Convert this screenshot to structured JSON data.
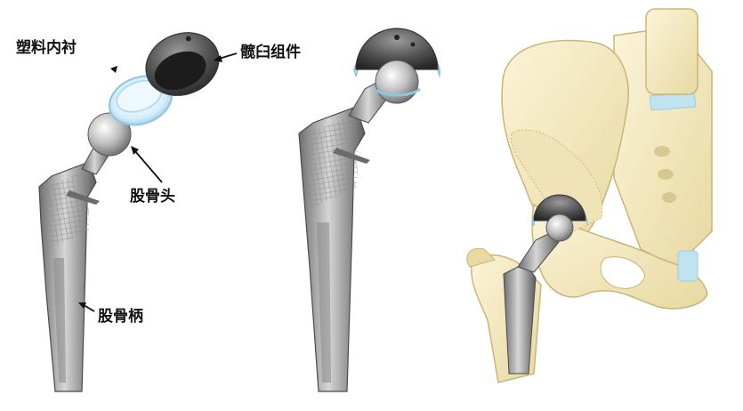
{
  "labels": {
    "plastic_liner": "塑料内衬",
    "acetabular_component": "髋臼组件",
    "femoral_head": "股骨头",
    "femoral_stem": "股骨柄"
  },
  "colors": {
    "metal_dark": "#5a5a5a",
    "metal_light": "#d9d9d9",
    "liner_blue": "#bfe1f2",
    "bone": "#f3e9c4",
    "bone_shadow": "#d8c78f",
    "cartilage_blue": "#bfe3ef"
  },
  "panels": [
    "exploded-hip-prosthesis",
    "assembled-hip-prosthesis",
    "implanted-prosthesis-in-pelvis"
  ]
}
